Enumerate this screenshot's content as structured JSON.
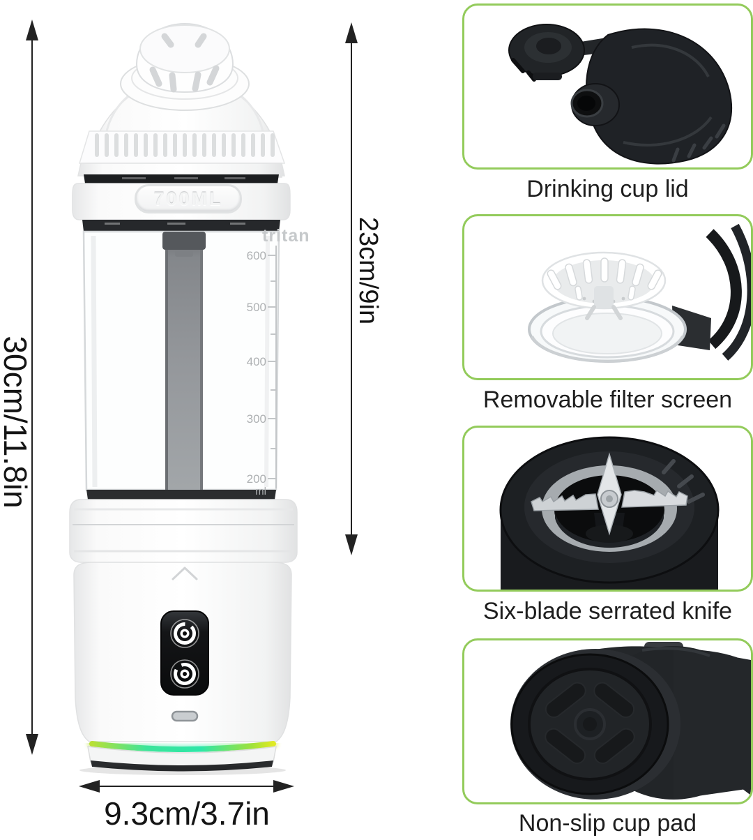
{
  "product": {
    "capacity_label": "700ML",
    "material_label": "tritan",
    "scale": {
      "marks": [
        "600",
        "500",
        "400",
        "300",
        "200"
      ],
      "unit": "ml"
    }
  },
  "dimensions": {
    "overall_height": "30cm/11.8in",
    "cup_height": "23cm/9in",
    "base_width": "9.3cm/3.7in"
  },
  "features": [
    {
      "label": "Drinking cup lid",
      "icon": "cup-lid-photo"
    },
    {
      "label": "Removable filter screen",
      "icon": "filter-screen-photo"
    },
    {
      "label": "Six-blade serrated knife",
      "icon": "blade-assembly-photo"
    },
    {
      "label": "Non-slip cup pad",
      "icon": "cup-pad-photo"
    }
  ],
  "icons": {
    "vertical_arrows": "double-headed-measure-arrow",
    "horizontal_arrow": "double-headed-measure-arrow",
    "buttons_on_base": "swirl-power-buttons"
  },
  "colors": {
    "background": "#ffffff",
    "panel_border_green": "#93cb5b",
    "dimension_text": "#141414",
    "led_ring": [
      "#b8e035",
      "#2ee6a8",
      "#e0ea22"
    ],
    "control_panel": "#0c0d0e"
  }
}
